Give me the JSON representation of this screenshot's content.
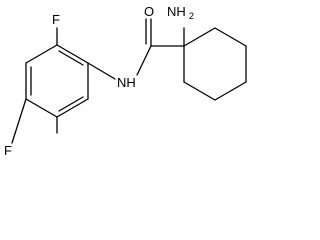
{
  "molecule": {
    "atoms": {
      "fluorine_top": "F",
      "fluorine_bottom": "F",
      "amide_nitrogen": "NH",
      "carbonyl_oxygen": "O",
      "amino_group": "NH",
      "amino_subscript": "2"
    },
    "bond_color": "#000000",
    "background": "#ffffff"
  }
}
